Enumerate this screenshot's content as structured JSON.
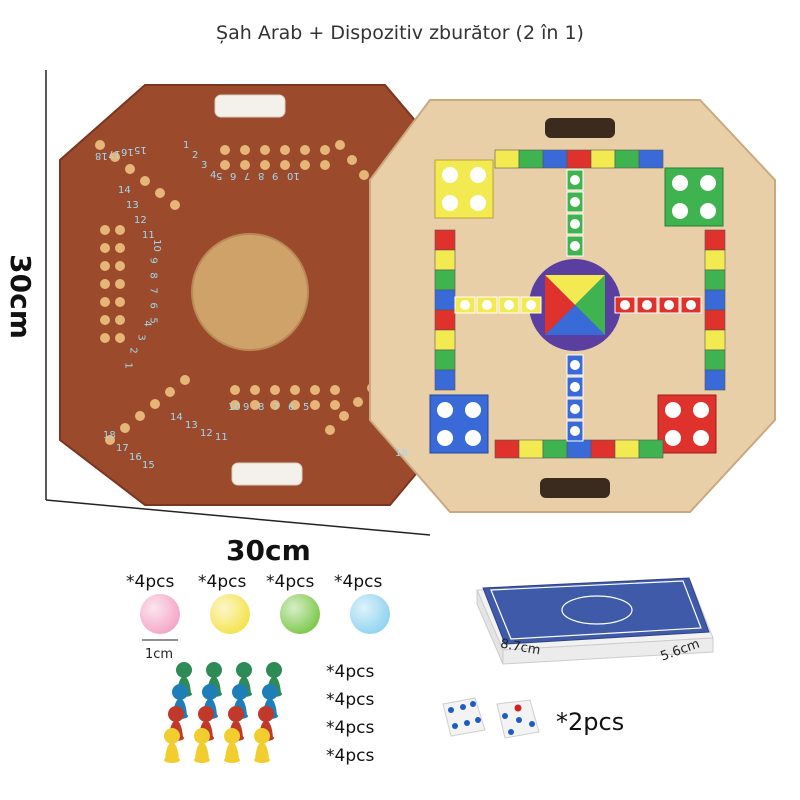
{
  "title": "Șah Arab + Dispozitiv zburător (2 în 1)",
  "dimensions": {
    "height": "30cm",
    "width": "30cm"
  },
  "balls": {
    "labels": [
      "*4pcs",
      "*4pcs",
      "*4pcs",
      "*4pcs"
    ],
    "colors": [
      "#f4a6c6",
      "#f4e24c",
      "#7cc84a",
      "#8fd3f0"
    ],
    "size_label": "1cm"
  },
  "pawns": {
    "labels": [
      "*4pcs",
      "*4pcs",
      "*4pcs",
      "*4pcs"
    ],
    "colors": [
      "#2e8b57",
      "#1e7fb8",
      "#c0392b",
      "#f2cd2e"
    ]
  },
  "cards": {
    "length": "8.7cm",
    "width": "5.6cm",
    "back_color": "#3e5aa8"
  },
  "dice": {
    "label": "*2pcs"
  },
  "board_numbers": {
    "top_row": [
      "10",
      "9",
      "8",
      "7",
      "6",
      "5"
    ],
    "top_left": [
      "18",
      "17",
      "16",
      "15"
    ],
    "top_inner": [
      "1",
      "2",
      "3",
      "4"
    ],
    "left_col": [
      "10",
      "9",
      "8",
      "7",
      "6",
      "5"
    ],
    "left_side": [
      "14",
      "13",
      "12",
      "11"
    ],
    "left_inner": [
      "1",
      "2",
      "3",
      "4"
    ],
    "bottom_row": [
      "10",
      "9",
      "8",
      "7",
      "6",
      "5"
    ],
    "bottom_left": [
      "18",
      "17",
      "16",
      "15"
    ],
    "bottom_side": [
      "14",
      "13",
      "12",
      "11"
    ],
    "right_edge": [
      "18"
    ]
  }
}
